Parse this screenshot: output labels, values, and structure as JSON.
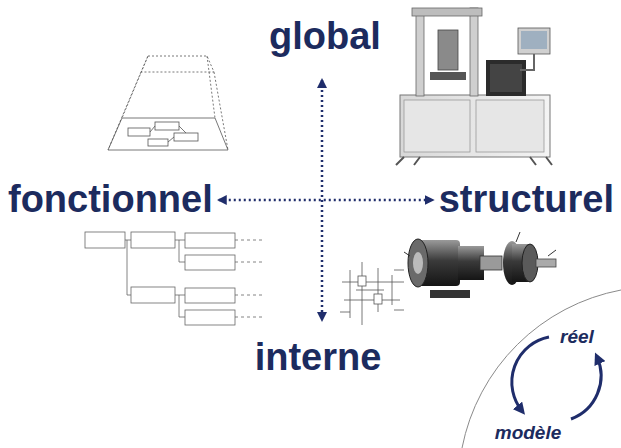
{
  "diagram": {
    "labels": [
      "global",
      "fonctionnel",
      "structurel",
      "interne",
      "réel",
      "modèle"
    ]
  }
}
